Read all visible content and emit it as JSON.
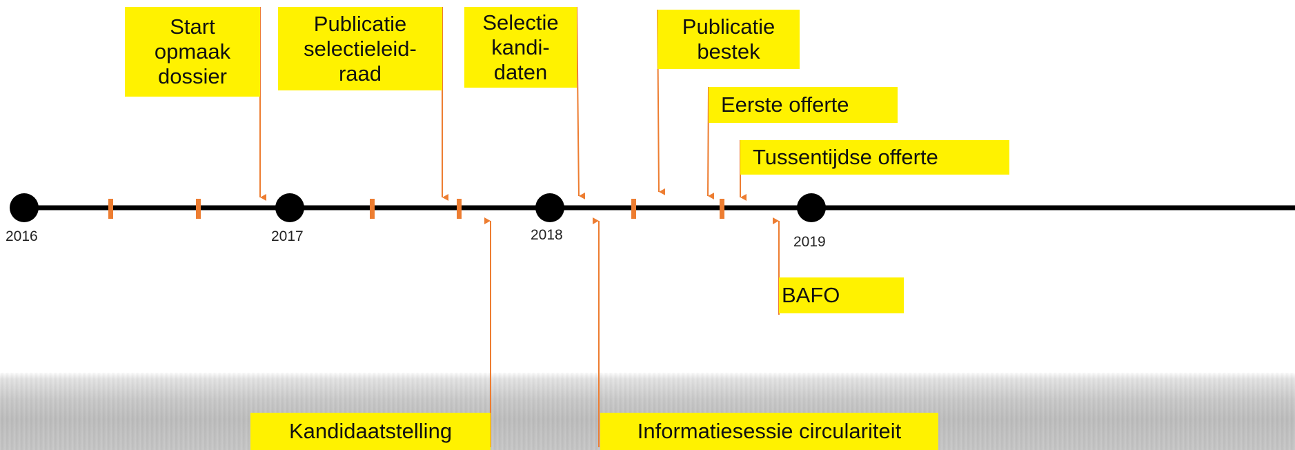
{
  "colors": {
    "axis": "#000000",
    "accent": "#ed7d31",
    "label_bg": "#fff200"
  },
  "timeline": {
    "years": [
      "2016",
      "2017",
      "2018",
      "2019"
    ],
    "events_above": [
      {
        "id": "start-opmaak-dossier",
        "label": "Start\nopmaak\ndossier"
      },
      {
        "id": "publicatie-selectieleidraad",
        "label": "Publicatie\nselectieleid-\nraad"
      },
      {
        "id": "selectie-kandidaten",
        "label": "Selectie\nkandi-\ndaten"
      },
      {
        "id": "publicatie-bestek",
        "label": "Publicatie\nbestek"
      },
      {
        "id": "eerste-offerte",
        "label": "Eerste offerte"
      },
      {
        "id": "tussentijdse-offerte",
        "label": "Tussentijdse offerte"
      }
    ],
    "events_below": [
      {
        "id": "bafo",
        "label": "BAFO"
      },
      {
        "id": "kandidaatstelling",
        "label": "Kandidaatstelling"
      },
      {
        "id": "informatiesessie-circulariteit",
        "label": "Informatiesessie circulariteit"
      }
    ]
  }
}
